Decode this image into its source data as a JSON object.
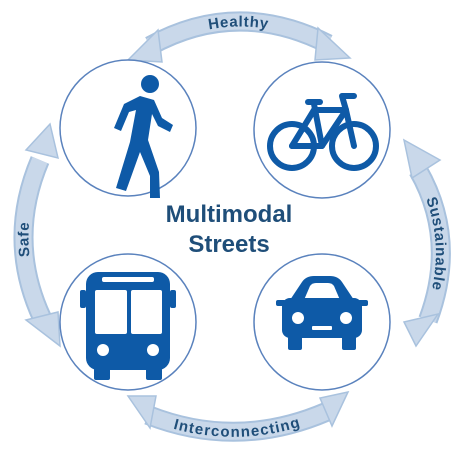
{
  "colors": {
    "accent": "#0e5aa7",
    "title": "#1f4e79",
    "arrow_fill": "#c9d8ea",
    "arrow_stroke": "#a9c2de",
    "label": "#1f4e79",
    "circle_stroke": "#5a82bd"
  },
  "center_title": {
    "line1": "Multimodal",
    "line2": "Streets"
  },
  "modes": [
    {
      "name": "pedestrian",
      "icon": "walking-person-icon"
    },
    {
      "name": "bicycle",
      "icon": "bicycle-icon"
    },
    {
      "name": "bus",
      "icon": "bus-icon"
    },
    {
      "name": "car",
      "icon": "car-icon"
    }
  ],
  "cycle_labels": {
    "top": "Healthy",
    "right": "Sustainable",
    "bottom": "Interconnecting",
    "left": "Safe"
  }
}
